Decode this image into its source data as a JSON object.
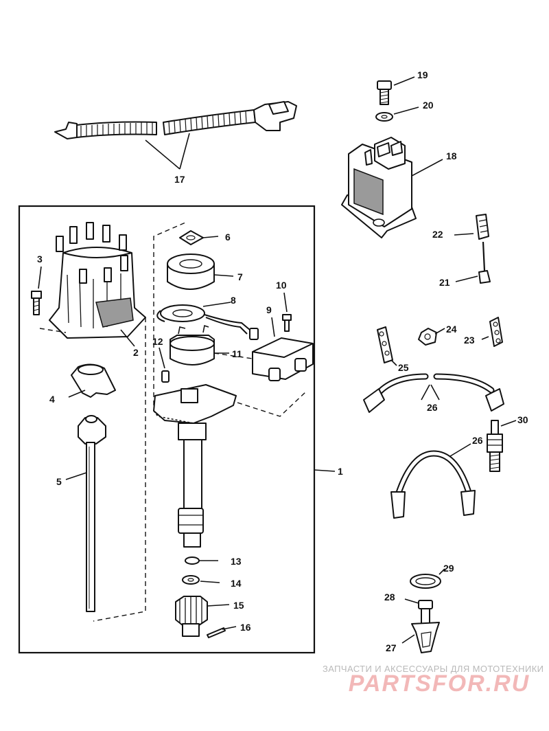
{
  "callouts": {
    "c1": "1",
    "c2": "2",
    "c3": "3",
    "c4": "4",
    "c5": "5",
    "c6": "6",
    "c7": "7",
    "c8": "8",
    "c9": "9",
    "c10": "10",
    "c11": "11",
    "c12": "12",
    "c13": "13",
    "c14": "14",
    "c15": "15",
    "c16": "16",
    "c17": "17",
    "c18": "18",
    "c19": "19",
    "c20": "20",
    "c21": "21",
    "c22": "22",
    "c23": "23",
    "c24": "24",
    "c25": "25",
    "c26a": "26",
    "c26b": "26",
    "c27": "27",
    "c28": "28",
    "c29": "29",
    "c30": "30"
  },
  "watermark": {
    "tagline": "ЗАПЧАСТИ И АКСЕССУАРЫ ДЛЯ МОТОТЕХНИКИ",
    "logo": "PARTSFOR.RU",
    "logo_color": "#f2b8b8"
  }
}
